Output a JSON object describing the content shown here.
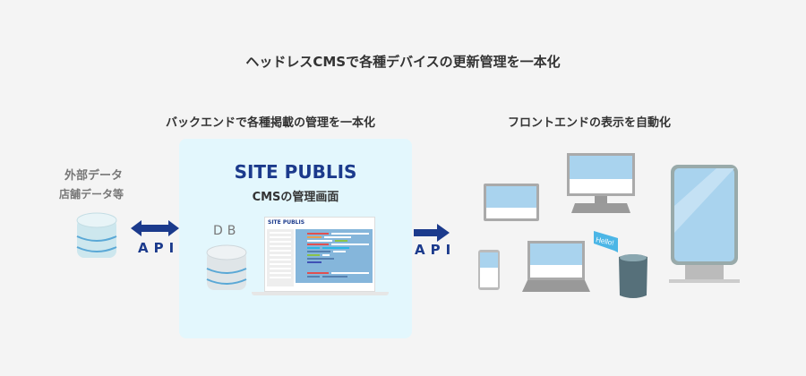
{
  "title": "ヘッドレスCMSで各種デバイスの更新管理を一本化",
  "backend": {
    "heading": "バックエンドで各種掲載の管理を一本化",
    "brand": "SITE PUBLIS",
    "subtitle": "CMSの管理画面",
    "db_label": "DB",
    "screen_brand": "SITE PUBLIS"
  },
  "external": {
    "line1": "外部データ",
    "line2": "店舗データ等"
  },
  "api_left": "API",
  "api_right": "API",
  "frontend": {
    "heading": "フロントエンドの表示を自動化",
    "speaker_bubble": "Hello!"
  },
  "colors": {
    "panel": "#e3f7fd",
    "brand": "#1b3a8c",
    "screen": "#a9d3ee"
  }
}
